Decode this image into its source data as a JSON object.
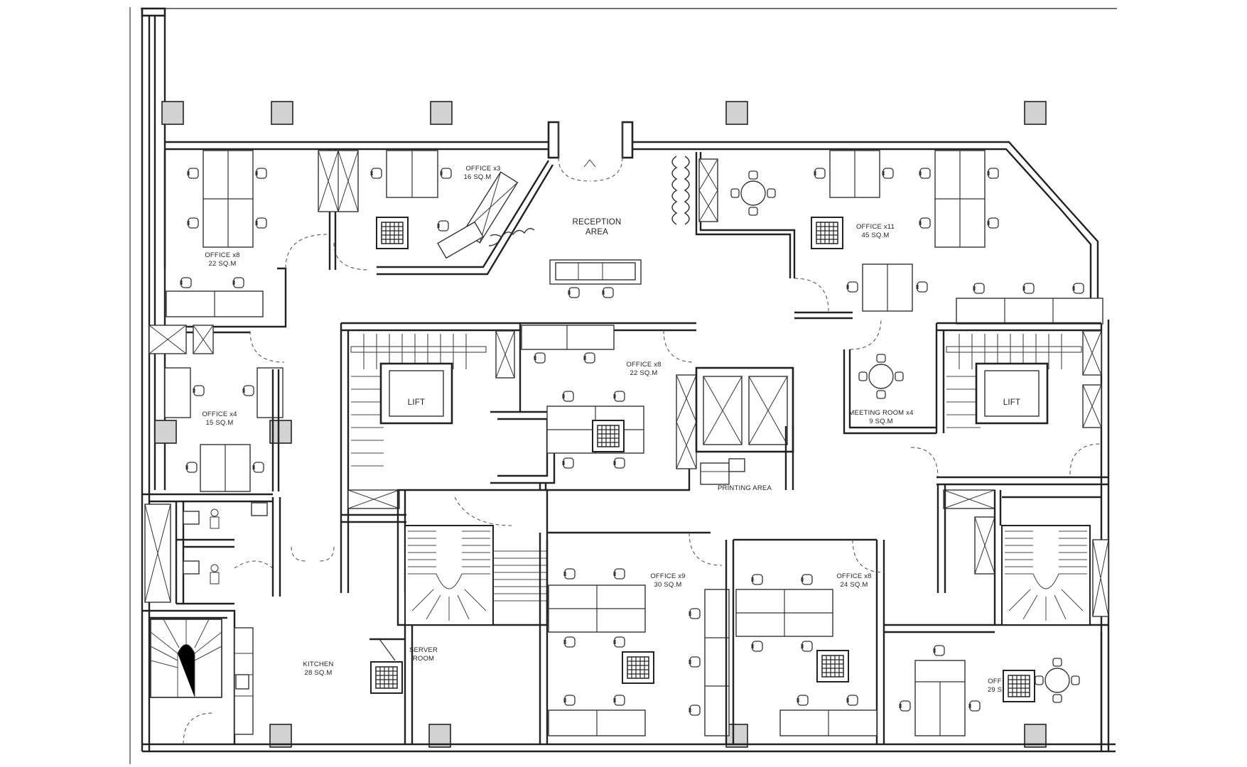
{
  "plan": {
    "rooms": [
      {
        "id": "office-a",
        "name": "OFFICE x8",
        "area": "22 SQ.M"
      },
      {
        "id": "office-b",
        "name": "OFFICE x3",
        "area": "16 SQ.M"
      },
      {
        "id": "reception",
        "name": "RECEPTION",
        "area": "AREA"
      },
      {
        "id": "office-c",
        "name": "OFFICE x11",
        "area": "45 SQ.M"
      },
      {
        "id": "office-d",
        "name": "OFFICE x4",
        "area": "15 SQ.M"
      },
      {
        "id": "office-e",
        "name": "OFFICE x8",
        "area": "22 SQ.M"
      },
      {
        "id": "meeting",
        "name": "MEETING ROOM x4",
        "area": "9 SQ.M"
      },
      {
        "id": "office-f",
        "name": "OFFICE x9",
        "area": "30 SQ.M"
      },
      {
        "id": "office-g",
        "name": "OFFICE x8",
        "area": "24 SQ.M"
      },
      {
        "id": "office-h",
        "name": "OFF",
        "area": "29 S"
      },
      {
        "id": "kitchen",
        "name": "KITCHEN",
        "area": "28 SQ.M"
      },
      {
        "id": "server",
        "name": "SERVER",
        "area": "ROOM"
      }
    ],
    "labels": {
      "lift_left": "LIFT",
      "lift_right": "LIFT",
      "printing": "PRINTING AREA"
    }
  }
}
